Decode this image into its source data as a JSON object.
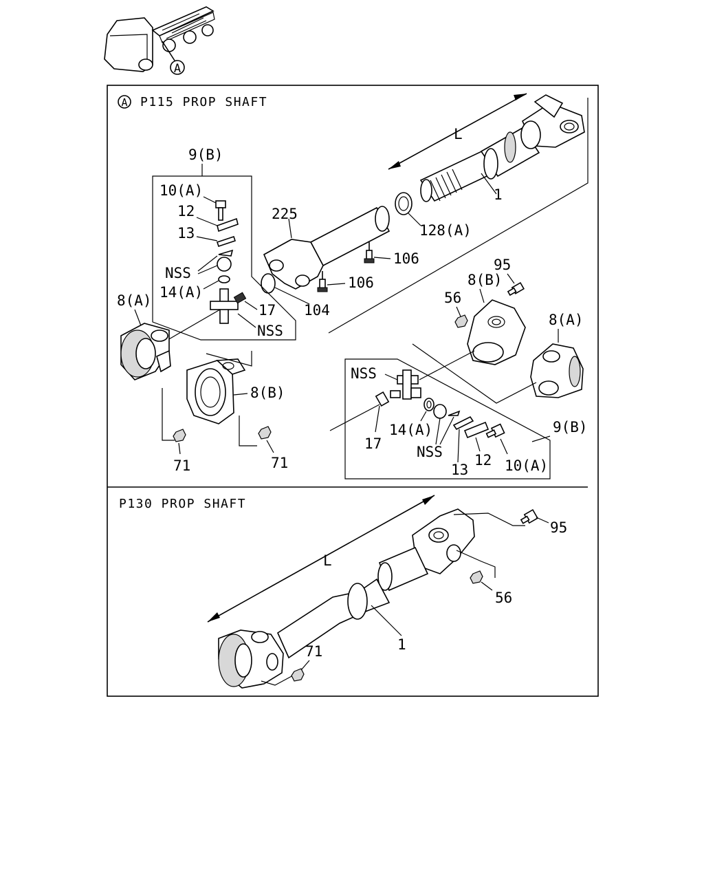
{
  "sections": {
    "p115_title": "P115 PROP SHAFT",
    "p115_marker": "A",
    "p130_title": "P130 PROP SHAFT"
  },
  "vehicle_marker": "A",
  "p115_labels": {
    "l_dimension": "L",
    "shaft": "1",
    "seal": "128(A)",
    "yoke_tube": "225",
    "fitting_106a": "106",
    "fitting_106b": "106",
    "plug": "104",
    "kit_left": "9(B)",
    "bolt_left": "10(A)",
    "plate_left": "12",
    "lock_left": "13",
    "nss_left_a": "NSS",
    "bearing_left": "14(A)",
    "fitting_left": "17",
    "nss_left_b": "NSS",
    "flange_left_a": "8(A)",
    "flange_left_b": "8(B)",
    "nut_left_a": "71",
    "nut_left_b": "71",
    "bolt_right": "95",
    "flange_right_b": "8(B)",
    "nut_right": "56",
    "flange_right_a": "8(A)",
    "nss_right_a": "NSS",
    "fitting_right": "17",
    "bearing_right": "14(A)",
    "nss_right_b": "NSS",
    "kit_right": "9(B)",
    "lock_right": "13",
    "plate_right": "12",
    "bolt_right_kit": "10(A)"
  },
  "p130_labels": {
    "l_dimension": "L",
    "bolt": "95",
    "nut_top": "56",
    "shaft": "1",
    "nut_bottom": "71"
  }
}
